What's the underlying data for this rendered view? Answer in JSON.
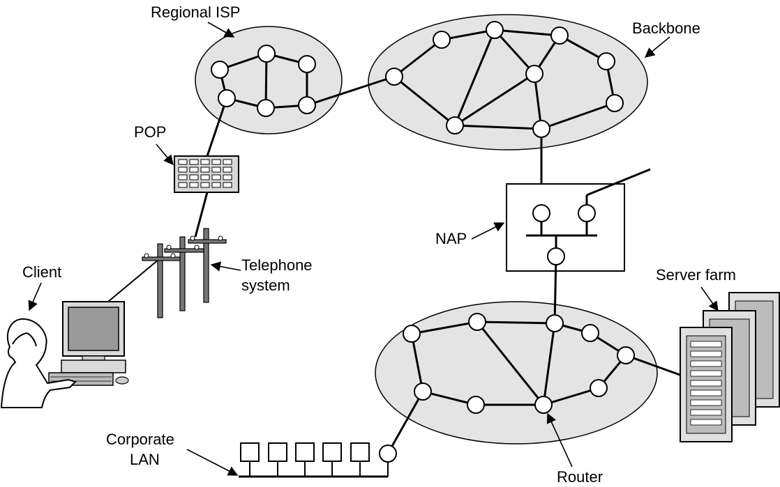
{
  "labels": {
    "regional_isp": "Regional ISP",
    "backbone": "Backbone",
    "pop": "POP",
    "client": "Client",
    "telephone_line1": "Telephone",
    "telephone_line2": "system",
    "nap": "NAP",
    "server_farm": "Server farm",
    "corporate_line1": "Corporate",
    "corporate_line2": "LAN",
    "router": "Router"
  },
  "colors": {
    "cloud_fill": "#e4e4e4",
    "line": "#000000",
    "node_fill": "#ffffff",
    "screen": "#9a9a9a",
    "server_body": "#e0e0e0"
  },
  "icons": [
    "pop-panel-icon",
    "telephone-pole-icon",
    "computer-icon",
    "person-icon",
    "server-icon",
    "lan-host-icon"
  ]
}
